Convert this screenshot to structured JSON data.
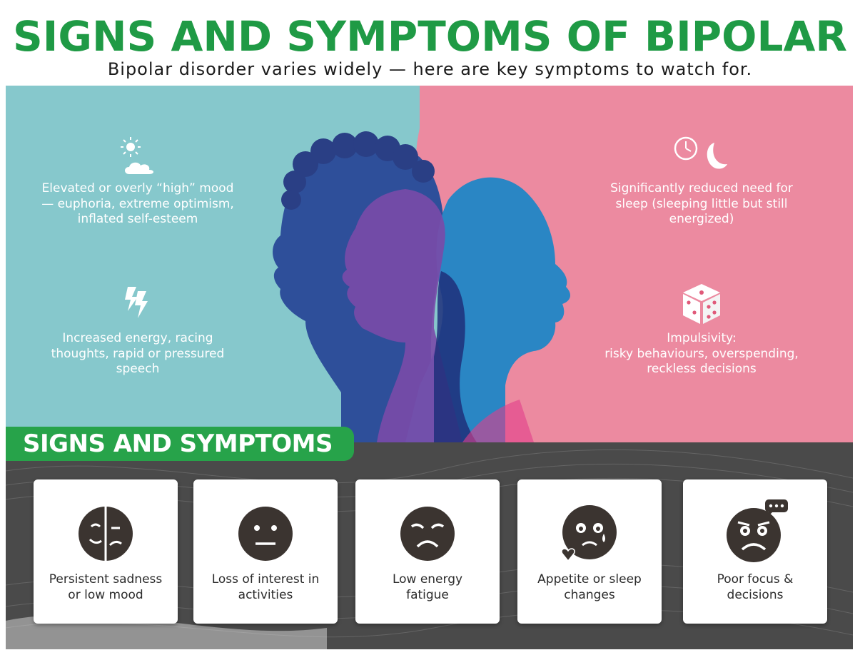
{
  "header": {
    "title": "SIGNS AND SYMPTOMS OF BIPOLAR",
    "subtitle": "Bipolar disorder varies widely — here are key symptoms to watch for."
  },
  "hero": {
    "left_symptoms": [
      {
        "icon": "sun-cloud-icon",
        "lines": [
          "Elevated or overly “high” mood",
          "— euphoria, extreme optimism,",
          "inflated self-esteem"
        ]
      },
      {
        "icon": "lightning-icon",
        "lines": [
          "Increased energy, racing",
          "thoughts, rapid or pressured",
          "speech"
        ]
      }
    ],
    "right_symptoms": [
      {
        "icon": "clock-moon-icon",
        "lines": [
          "Significantly reduced need for",
          "sleep (sleeping little but still",
          "energized)"
        ]
      },
      {
        "icon": "dice-icon",
        "lines": [
          "Impulsivity:",
          "risky behaviours, overspending,",
          "reckless decisions"
        ]
      }
    ]
  },
  "section": {
    "heading": "SIGNS AND SYMPTOMS"
  },
  "cards": [
    {
      "icon": "split-face-icon",
      "lines": [
        "Persistent sadness",
        "or low mood"
      ]
    },
    {
      "icon": "neutral-face-icon",
      "lines": [
        "Loss of interest in",
        "activities"
      ]
    },
    {
      "icon": "tired-face-icon",
      "lines": [
        "Low energy",
        "fatigue"
      ]
    },
    {
      "icon": "crying-face-icon",
      "lines": [
        "Appetite or sleep",
        "changes"
      ]
    },
    {
      "icon": "anxious-face-icon",
      "lines": [
        "Poor focus &",
        "decisions"
      ]
    }
  ],
  "colors": {
    "title_green": "#1f9a45",
    "teal_bg": "#86c8cc",
    "pink_bg": "#ec8aa0",
    "tab_green": "#27a34a",
    "dark_band": "#4a4a4a",
    "icon_dark": "#3b3430"
  }
}
